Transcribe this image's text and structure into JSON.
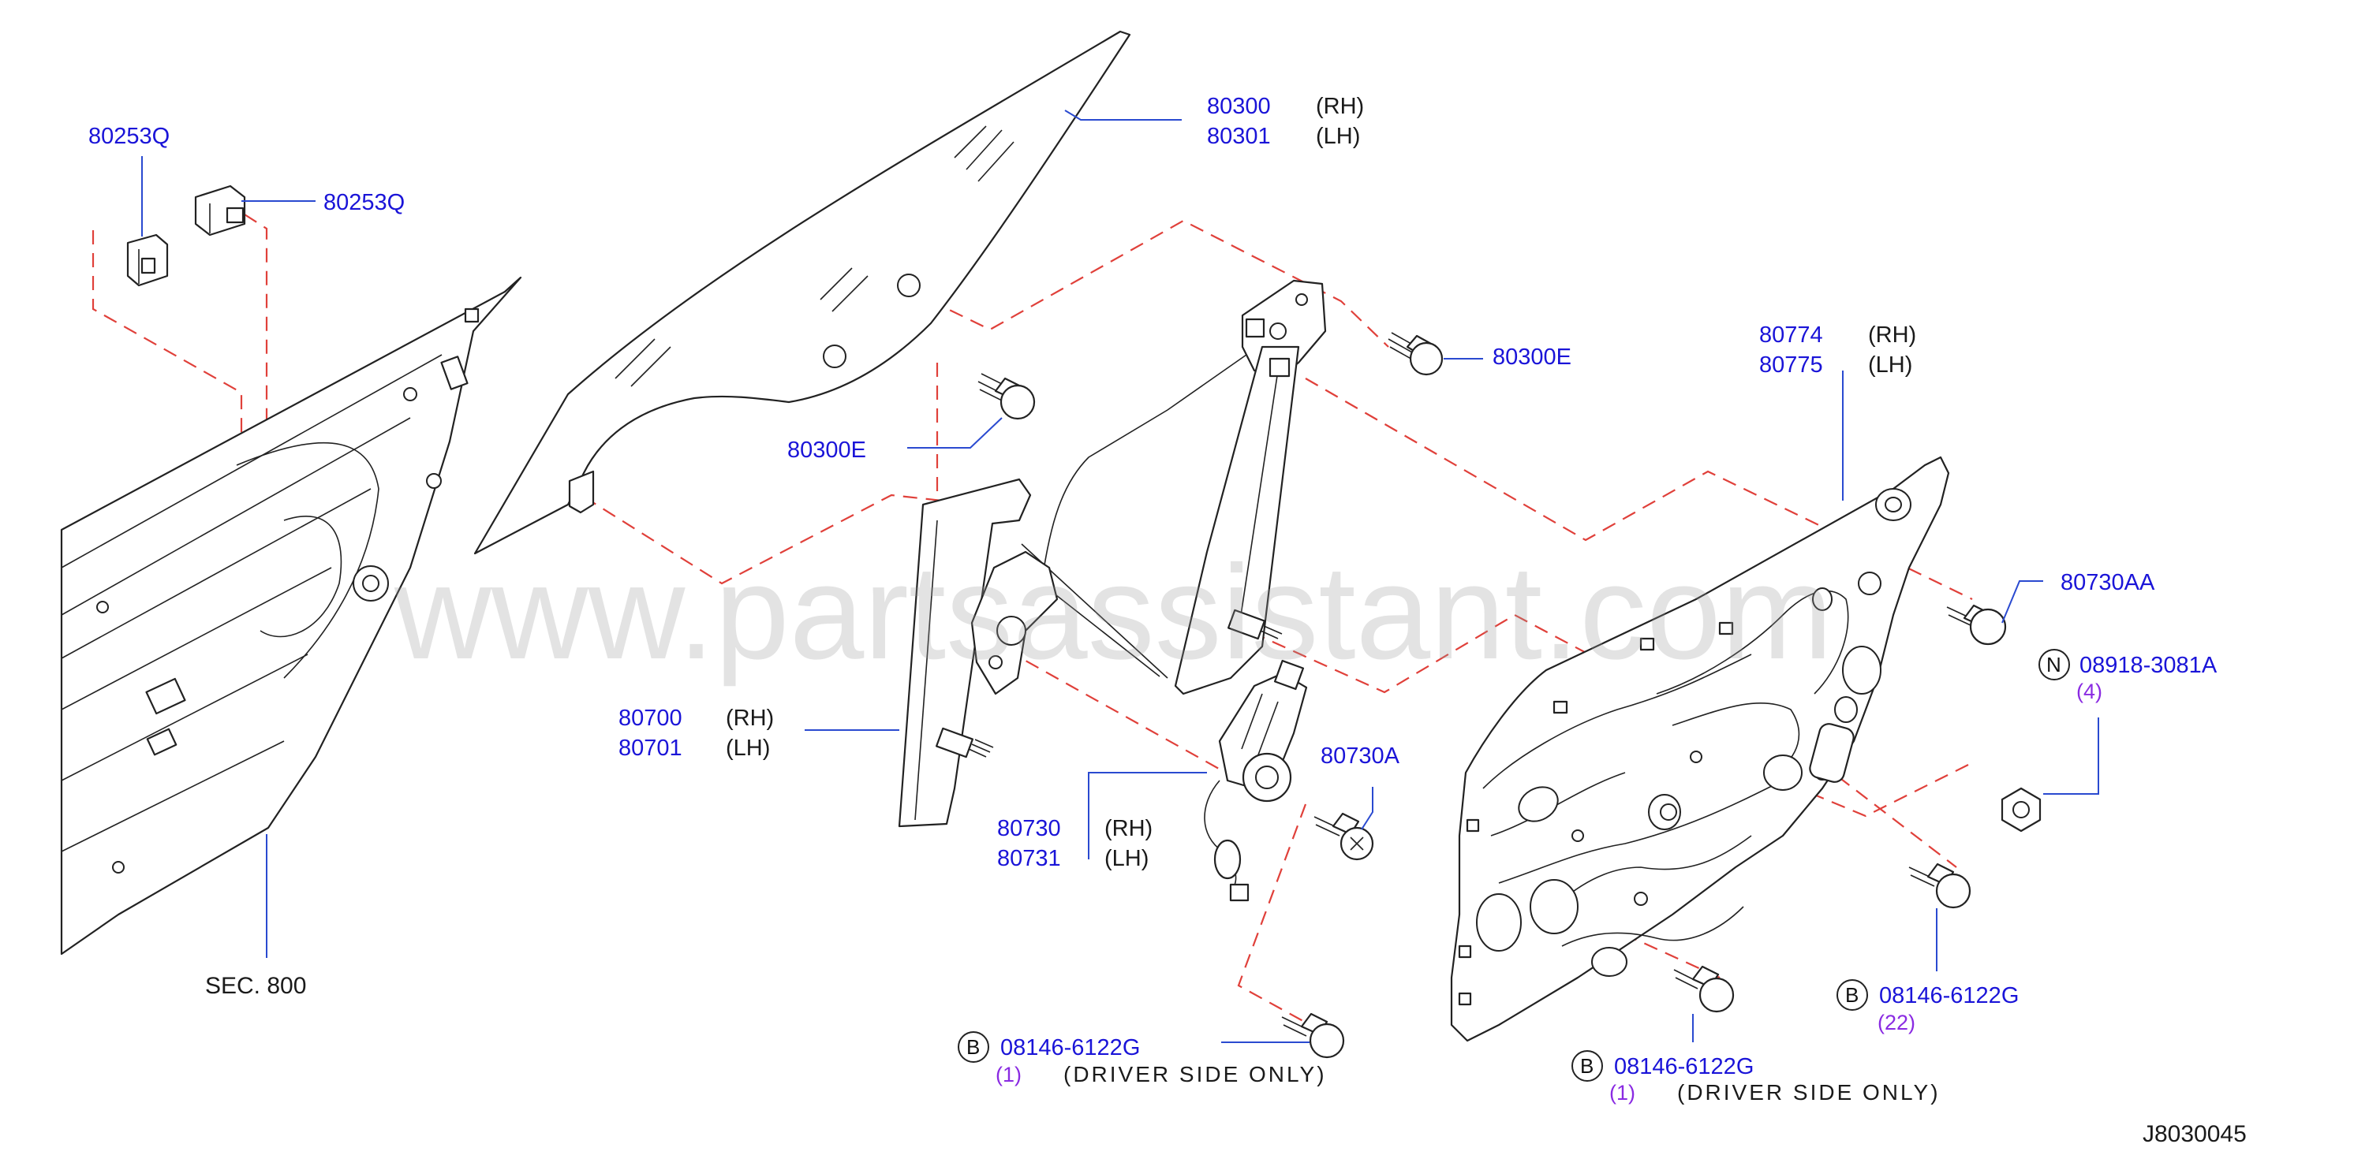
{
  "watermark": "www.partsassistant.com",
  "diagram_code": "J8030045",
  "section_ref": "SEC.  800",
  "callouts": {
    "c80253q_a": {
      "pn": "80253Q"
    },
    "c80253q_b": {
      "pn": "80253Q"
    },
    "glass": {
      "rh_pn": "80300",
      "rh": "(RH)",
      "lh_pn": "80301",
      "lh": "(LH)"
    },
    "c80300e_right": {
      "pn": "80300E"
    },
    "c80300e_left": {
      "pn": "80300E"
    },
    "trim_panel": {
      "rh_pn": "80774",
      "rh": "(RH)",
      "lh_pn": "80775",
      "lh": "(LH)"
    },
    "regulator": {
      "rh_pn": "80700",
      "rh": "(RH)",
      "lh_pn": "80701",
      "lh": "(LH)"
    },
    "motor": {
      "rh_pn": "80730",
      "rh": "(RH)",
      "lh_pn": "80731",
      "lh": "(LH)"
    },
    "c80730a": {
      "pn": "80730A"
    },
    "c80730aa": {
      "pn": "80730AA"
    },
    "nut": {
      "letter": "N",
      "pn": "08918-3081A",
      "qty": "(4)"
    },
    "bolt_b22": {
      "letter": "B",
      "pn": "08146-6122G",
      "qty": "(22)"
    },
    "bolt_b_mid": {
      "letter": "B",
      "pn": "08146-6122G",
      "qty": "(1)",
      "note": "(DRIVER  SIDE  ONLY)"
    },
    "bolt_b_left": {
      "letter": "B",
      "pn": "08146-6122G",
      "qty": "(1)",
      "note": "(DRIVER  SIDE  ONLY)"
    }
  },
  "colors": {
    "part_number": "#1a14d8",
    "quantity": "#8a2be2",
    "dashed_line": "#e0403a",
    "leader": "#2a4ad0"
  }
}
